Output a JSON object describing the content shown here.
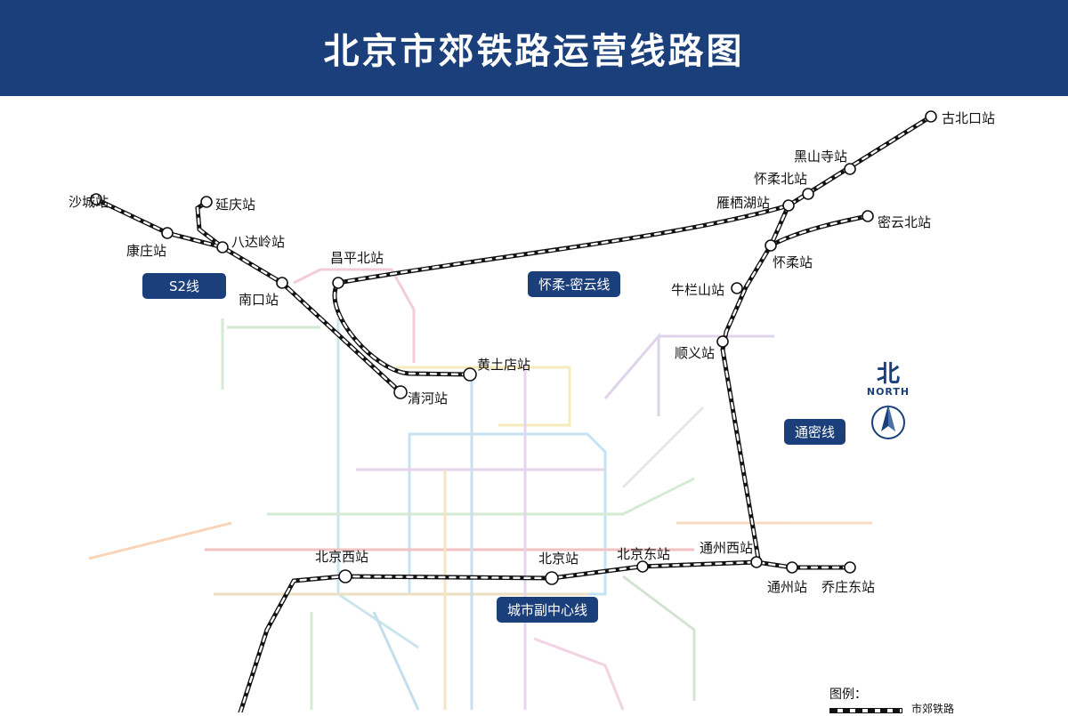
{
  "header": {
    "title": "北京市郊铁路运营线路图"
  },
  "lines": {
    "s2": "S2线",
    "huairou_miyun": "怀柔-密云线",
    "tongmi": "通密线",
    "fuzhongxin": "城市副中心线"
  },
  "stations": {
    "shacheng": "沙城站",
    "kangzhuang": "康庄站",
    "yanqing": "延庆站",
    "badaling": "八达岭站",
    "nankou": "南口站",
    "changpingbei": "昌平北站",
    "huangtudian": "黄土店站",
    "qinghe": "清河站",
    "gubeikou": "古北口站",
    "heishansi": "黑山寺站",
    "huairoubei": "怀柔北站",
    "yanqihu": "雁栖湖站",
    "miyunbei": "密云北站",
    "huairou": "怀柔站",
    "niulanshan": "牛栏山站",
    "shunyi": "顺义站",
    "tongzhouxi": "通州西站",
    "tongzhou": "通州站",
    "qiaozhuangdong": "乔庄东站",
    "beijingdong": "北京东站",
    "beijing": "北京站",
    "beijingxi": "北京西站"
  },
  "compass": {
    "label_cn": "北",
    "label_en": "NORTH"
  },
  "legend": {
    "title": "图例：",
    "item": "市郊铁路"
  },
  "colors": {
    "header_bg": "#1b3f7a",
    "badge_bg": "#1b3f7a",
    "rail": "#111111"
  }
}
